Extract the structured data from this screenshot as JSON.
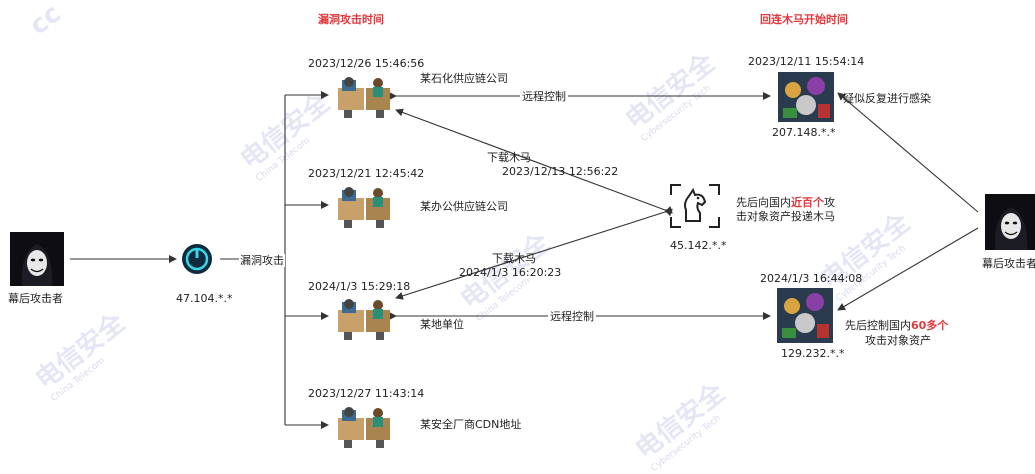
{
  "headers": {
    "vuln_attack_time": "漏洞攻击时间",
    "trojan_start_time": "回连木马开始时间"
  },
  "attacker_left": {
    "label": "幕后攻击者"
  },
  "attacker_right": {
    "label": "幕后攻击者"
  },
  "proxy": {
    "ip": "47.104.*.*",
    "edge_label": "漏洞攻击"
  },
  "c2_server": {
    "ip": "45.142.*.*",
    "desc_pre": "先后向国内",
    "desc_highlight": "近百个",
    "desc_post": "攻",
    "desc_line2": "击对象资产投递木马"
  },
  "victims": [
    {
      "time": "2023/12/26 15:46:56",
      "name": "某石化供应链公司"
    },
    {
      "time": "2023/12/21 12:45:42",
      "name": "某办公供应链公司"
    },
    {
      "time": "2024/1/3 15:29:18",
      "name": "某地单位"
    },
    {
      "time": "2023/12/27 11:43:14",
      "name": "某安全厂商CDN地址"
    }
  ],
  "trojans": [
    {
      "time": "2023/12/11 15:54:14",
      "ip": "207.148.*.*",
      "note": "疑似反复进行感染"
    },
    {
      "time": "2024/1/3 16:44:08",
      "ip": "129.232.*.*",
      "note_pre": "先后控制国内",
      "note_highlight": "60多个",
      "note_line2": "攻击对象资产"
    }
  ],
  "edges": {
    "remote_control_1": "远程控制",
    "remote_control_2": "远程控制",
    "download_1_label": "下载木马",
    "download_1_time": "2023/12/13 12:56:22",
    "download_2_label": "下载木马",
    "download_2_time": "2024/1/3 16:20:23"
  },
  "watermark": {
    "text": "电信安全",
    "sub1": "China Telecom",
    "sub2": "Cybersecurity Tech"
  }
}
